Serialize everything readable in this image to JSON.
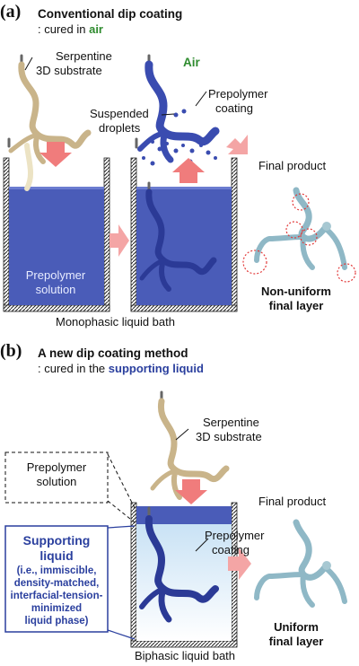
{
  "panel_a": {
    "label": "(a)",
    "title": "Conventional dip coating",
    "subtitle_prefix": ": cured in ",
    "subtitle_highlight": "air",
    "substrate_label_line1": "Serpentine",
    "substrate_label_line2": "3D substrate",
    "air_label": "Air",
    "coating_label_line1": "Prepolymer",
    "coating_label_line2": "coating",
    "droplets_label_line1": "Suspended",
    "droplets_label_line2": "droplets",
    "bath_solution_line1": "Prepolymer",
    "bath_solution_line2": "solution",
    "bath_label": "Monophasic liquid bath",
    "final_product_label": "Final product",
    "result_line1": "Non-uniform",
    "result_line2": "final layer"
  },
  "panel_b": {
    "label": "(b)",
    "title": "A new dip coating method",
    "subtitle_prefix": ": cured in the ",
    "subtitle_highlight": "supporting liquid",
    "substrate_label_line1": "Serpentine",
    "substrate_label_line2": "3D substrate",
    "prepolymer_box_line1": "Prepolymer",
    "prepolymer_box_line2": "solution",
    "supporting_title_line1": "Supporting",
    "supporting_title_line2": "liquid",
    "supporting_desc": [
      "(i.e., immiscible,",
      "density-matched,",
      "interfacial-tension-",
      "minimized",
      "liquid phase)"
    ],
    "coating_label_line1": "Prepolymer",
    "coating_label_line2": "coating",
    "bath_label": "Biphasic liquid bath",
    "final_product_label": "Final product",
    "result_line1": "Uniform",
    "result_line2": "final layer"
  },
  "colors": {
    "air_green": "#2e8b2e",
    "highlight_blue": "#2a3f9e",
    "solution_blue": "#4a5cb8",
    "supporting_blue": "#d8ecfa",
    "substrate_tan": "#c9b48a",
    "arrow_red": "#f07c7c",
    "product_teal": "#8fb8c6"
  }
}
